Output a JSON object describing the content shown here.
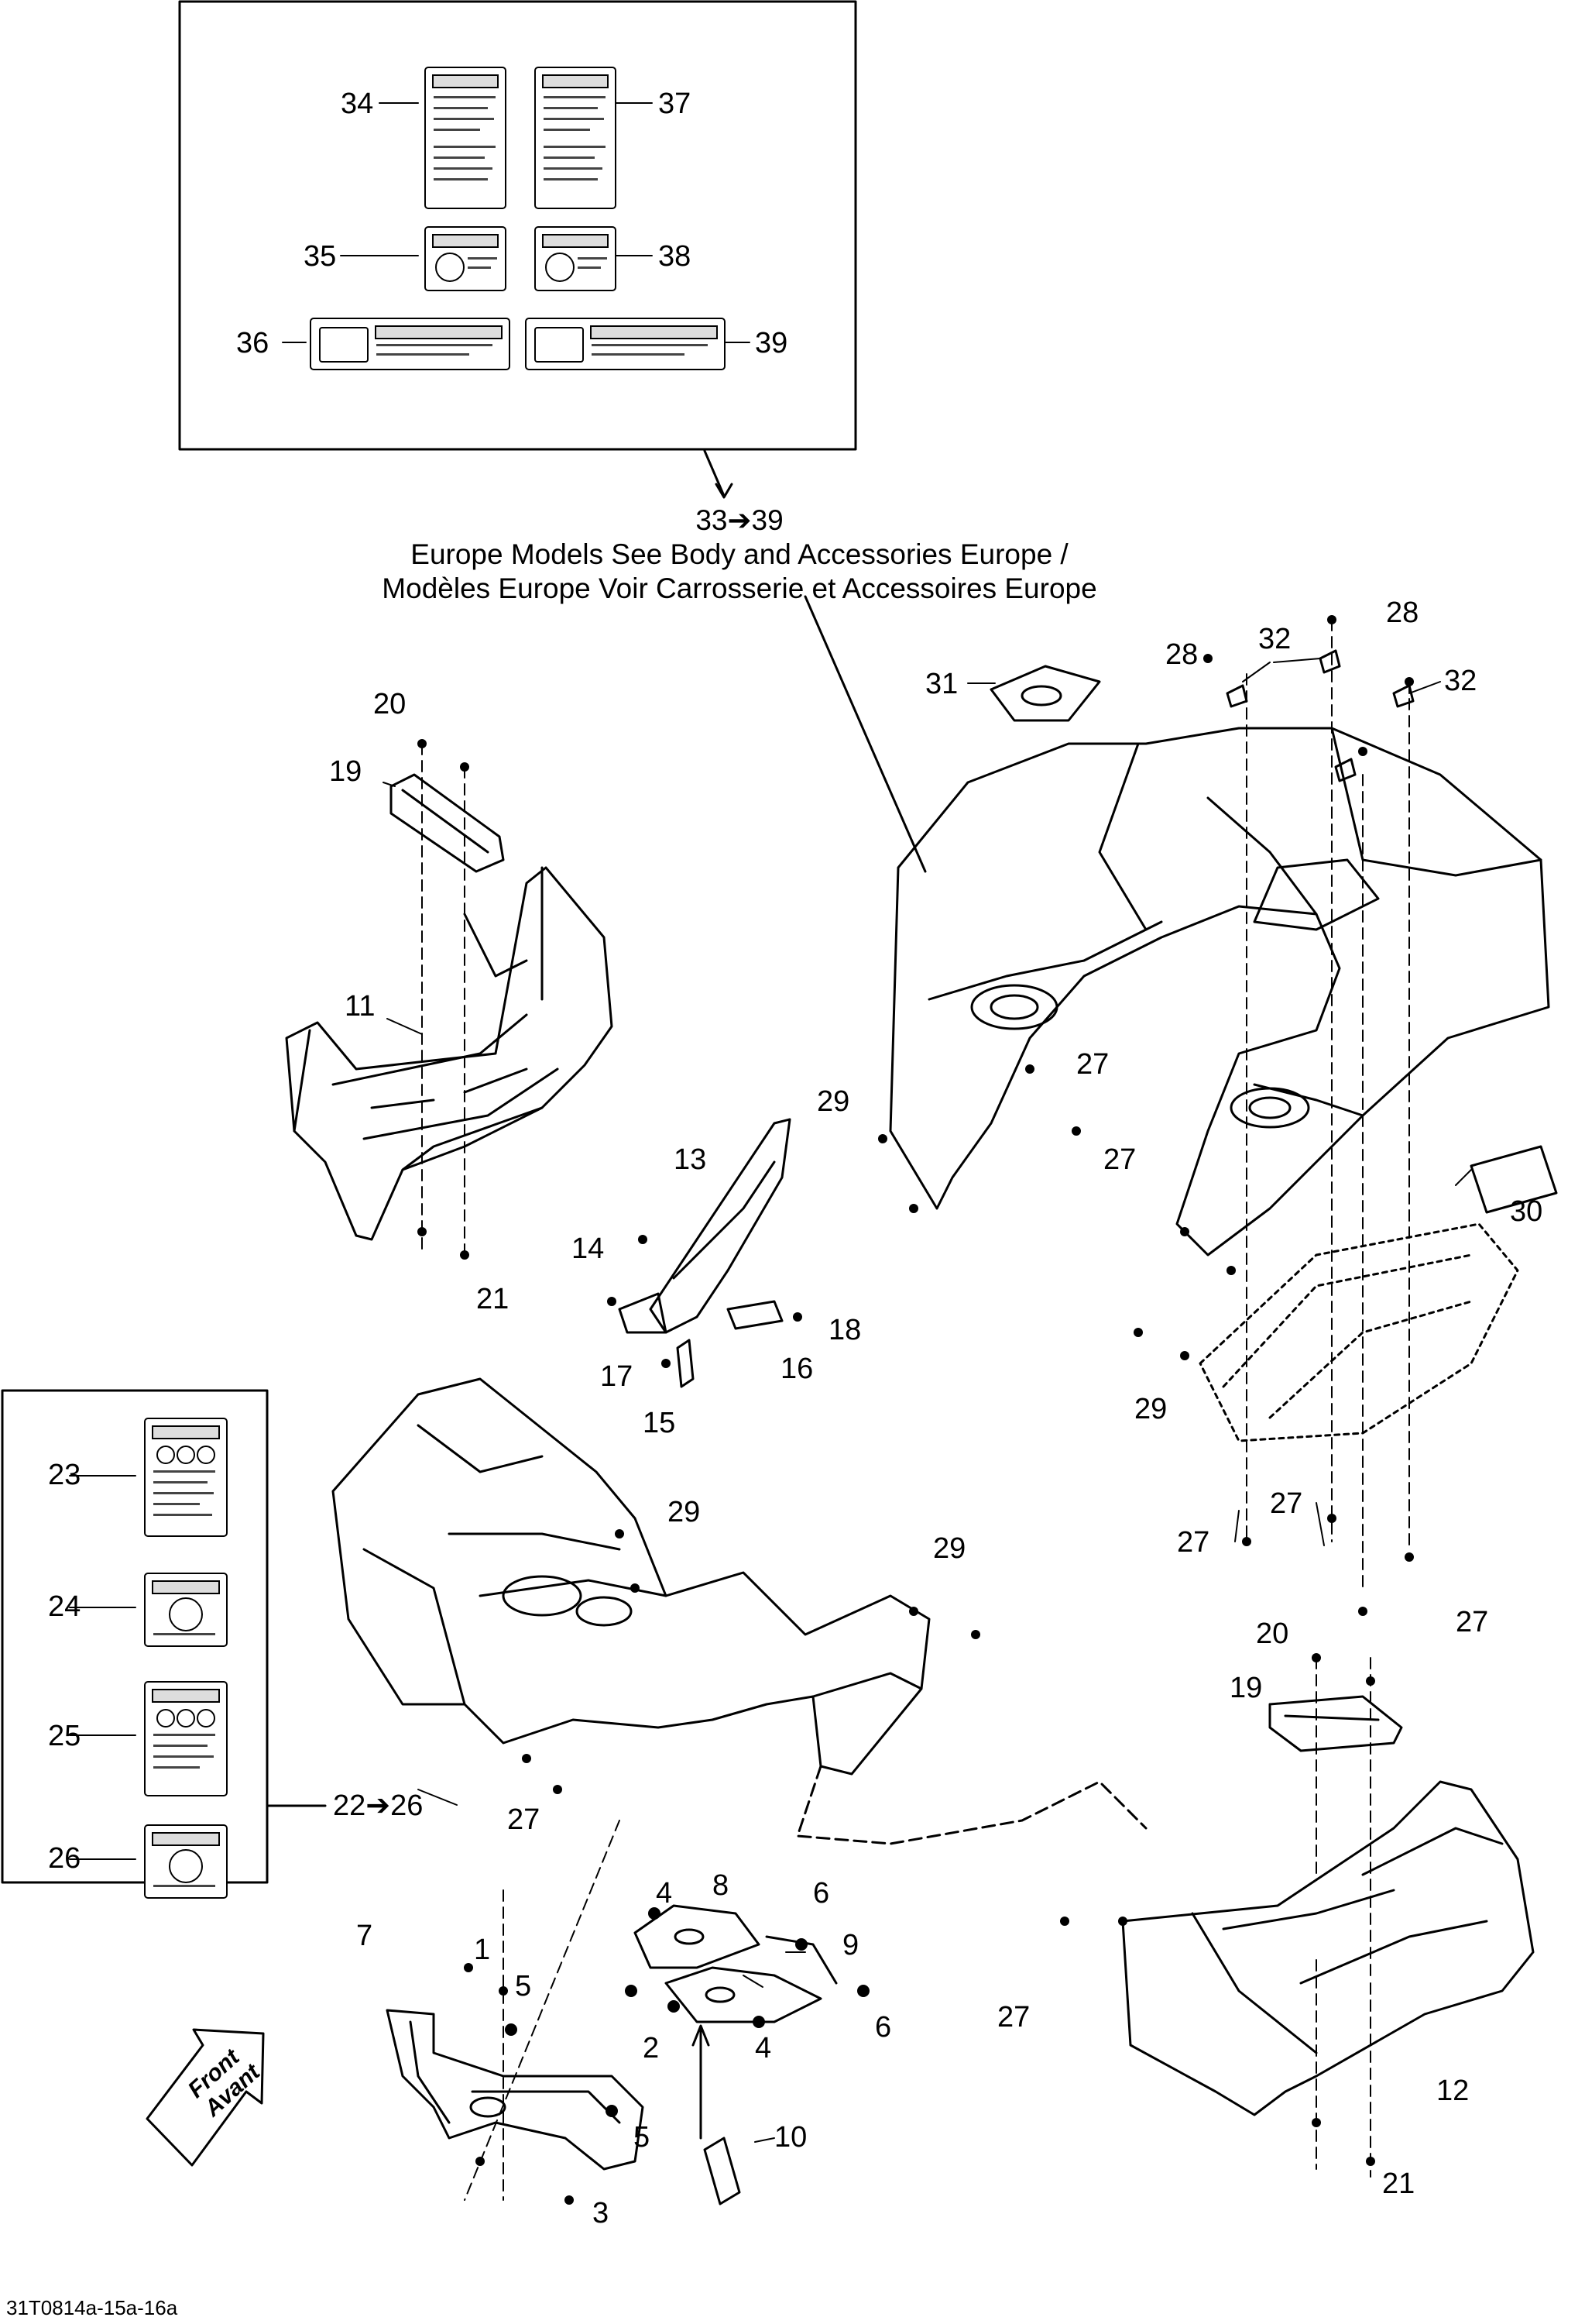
{
  "caption": {
    "range": "33➔39",
    "line1": "Europe Models See Body and Accessories Europe /",
    "line2": "Modèles Europe Voir Carrosserie et Accessoires Europe"
  },
  "front_arrow": {
    "line1": "Front",
    "line2": "Avant"
  },
  "figure_id": "31T0814a-15a-16a",
  "callouts": {
    "c1": "1",
    "c2": "2",
    "c3": "3",
    "c4a": "4",
    "c4b": "4",
    "c5a": "5",
    "c5b": "5",
    "c6a": "6",
    "c6b": "6",
    "c7": "7",
    "c8": "8",
    "c9": "9",
    "c10": "10",
    "c11": "11",
    "c12": "12",
    "c13": "13",
    "c14": "14",
    "c15": "15",
    "c16": "16",
    "c17": "17",
    "c18": "18",
    "c19a": "19",
    "c19b": "19",
    "c20a": "20",
    "c20b": "20",
    "c21a": "21",
    "c21b": "21",
    "c22": "22➔26",
    "c23": "23",
    "c24": "24",
    "c25": "25",
    "c26": "26",
    "c27a": "27",
    "c27b": "27",
    "c27c": "27",
    "c27d": "27",
    "c27e": "27",
    "c27f": "27",
    "c27g": "27",
    "c28a": "28",
    "c28b": "28",
    "c29a": "29",
    "c29b": "29",
    "c29c": "29",
    "c29d": "29",
    "c30": "30",
    "c31": "31",
    "c32a": "32",
    "c32b": "32",
    "c34": "34",
    "c35": "35",
    "c36": "36",
    "c37": "37",
    "c38": "38",
    "c39": "39"
  }
}
